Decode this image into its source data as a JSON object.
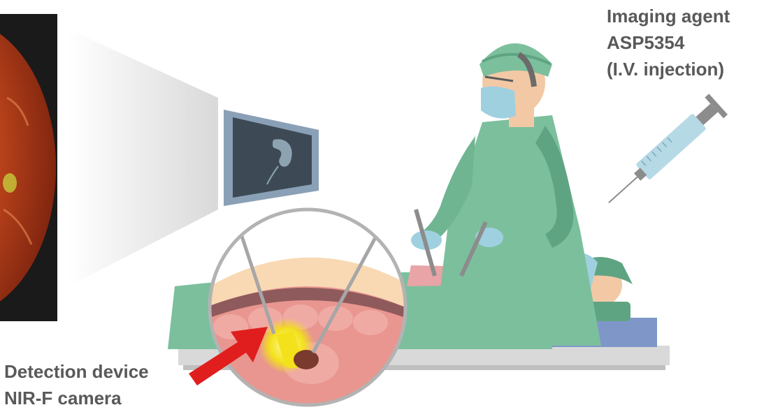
{
  "labels": {
    "agent": [
      "Imaging agent",
      "ASP5354",
      "(I.V. injection)"
    ],
    "device": [
      "Detection device",
      "NIR-F camera"
    ]
  },
  "colors": {
    "label_text": "#595959",
    "scrubs": "#7cbf9d",
    "scrubs_shadow": "#5fa482",
    "skin": "#f3c9a5",
    "monitor_frame": "#8aa0b6",
    "monitor_screen": "#3d4a55",
    "syringe_body": "#b6d9e6",
    "arrow": "#e01e1e",
    "tissue": "#e8968f",
    "fluorescence": "#f3e21b",
    "endoscope_image": "#b7431d"
  },
  "icons": [
    "endoscope-view-image",
    "monitor-icon",
    "kidney-icon",
    "syringe-icon",
    "surgeon-figure",
    "patient-figure",
    "magnifier-circle",
    "red-arrow"
  ]
}
